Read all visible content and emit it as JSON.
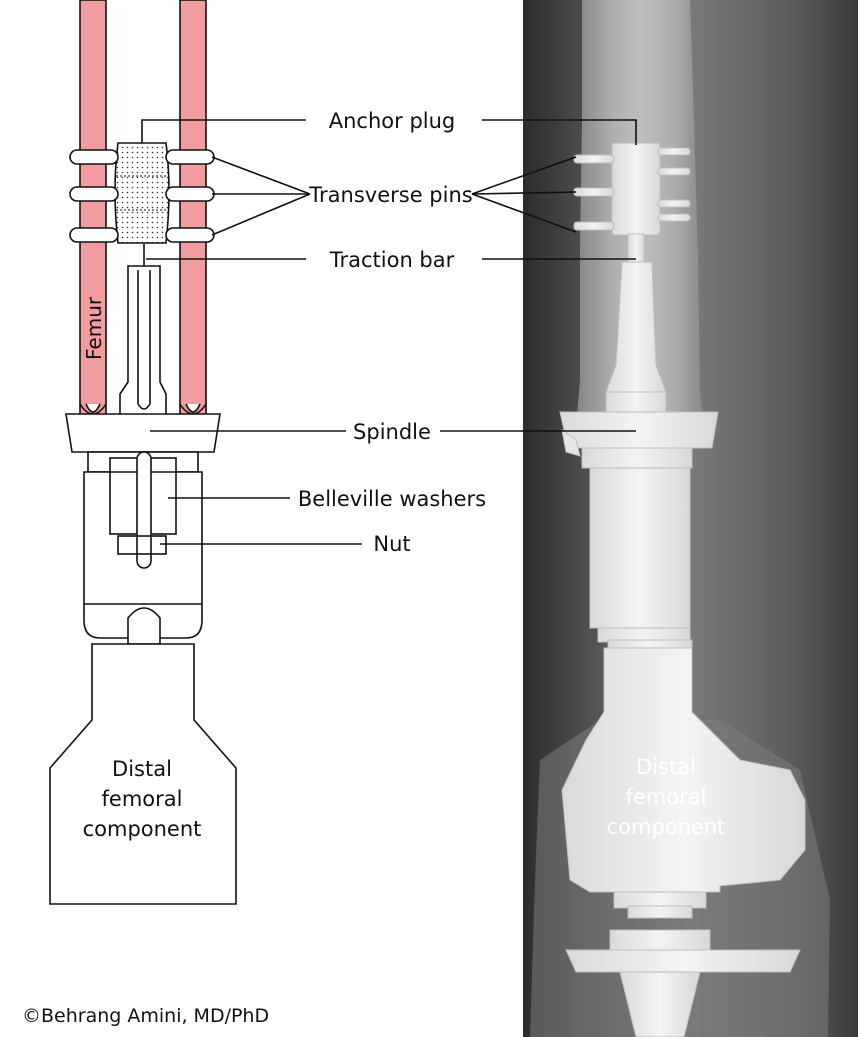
{
  "labels": {
    "anchor_plug": "Anchor plug",
    "transverse_pins": "Transverse pins",
    "traction_bar": "Traction bar",
    "spindle": "Spindle",
    "belleville_washers": "Belleville washers",
    "nut": "Nut",
    "femur": "Femur",
    "distal_line1": "Distal",
    "distal_line2": "femoral",
    "distal_line3": "component"
  },
  "xray_labels": {
    "line1": "Distal",
    "line2": "femoral",
    "line3": "component"
  },
  "credit": "©Behrang Amini, MD/PhD",
  "colors": {
    "femur": "#f19c9e",
    "ink": "#111111",
    "xray_bg": "#6b6b6b",
    "implant": "#ececec"
  }
}
